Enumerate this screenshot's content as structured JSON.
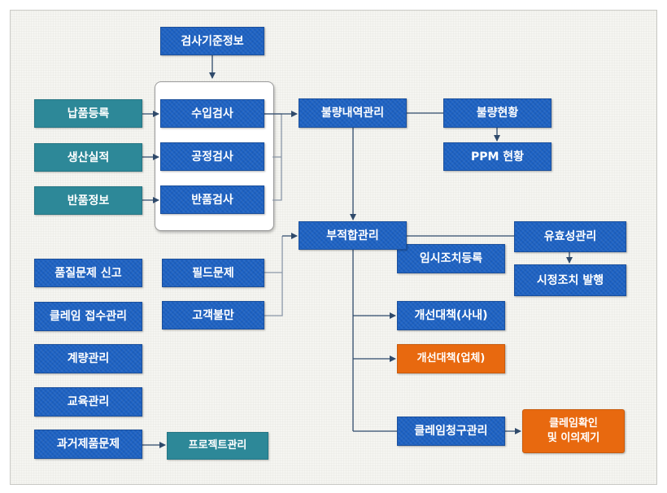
{
  "diagram": {
    "standard": "검사기준정보",
    "inputs": [
      "납품등록",
      "생산실적",
      "반품정보"
    ],
    "inspections": [
      "수입검사",
      "공정검사",
      "반품검사"
    ],
    "defect_history": "불량내역관리",
    "defect_status": "불량현황",
    "ppm_status": "PPM 현황",
    "nonconformity": "부적합관리",
    "temp_action": "임시조치등록",
    "effectiveness": "유효성관리",
    "corrective_issue": "시정조치 발행",
    "improve_internal": "개선대책(사내)",
    "improve_vendor": "개선대책(업체)",
    "claim_request": "클레임청구관리",
    "claim_confirm_1": "클레임확인",
    "claim_confirm_2": "및 이의제기",
    "field_issue": "필드문제",
    "customer_complaint": "고객불만",
    "left_list": [
      "품질문제 신고",
      "클레임 접수관리",
      "계량관리",
      "교육관리",
      "과거제품문제"
    ],
    "project": "프로젝트관리"
  },
  "colors": {
    "blue": "#1d62c4",
    "teal": "#2d8898",
    "orange": "#e8690f",
    "line": "#2f4a6b"
  }
}
